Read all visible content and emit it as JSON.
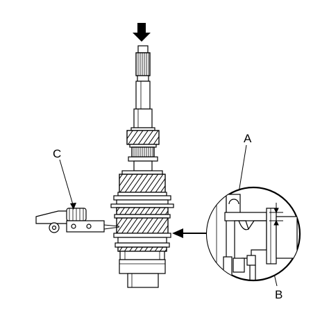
{
  "callouts": {
    "a": "A",
    "b": "B",
    "c": "C"
  },
  "colors": {
    "line": "#000000",
    "fill": "#ffffff"
  }
}
